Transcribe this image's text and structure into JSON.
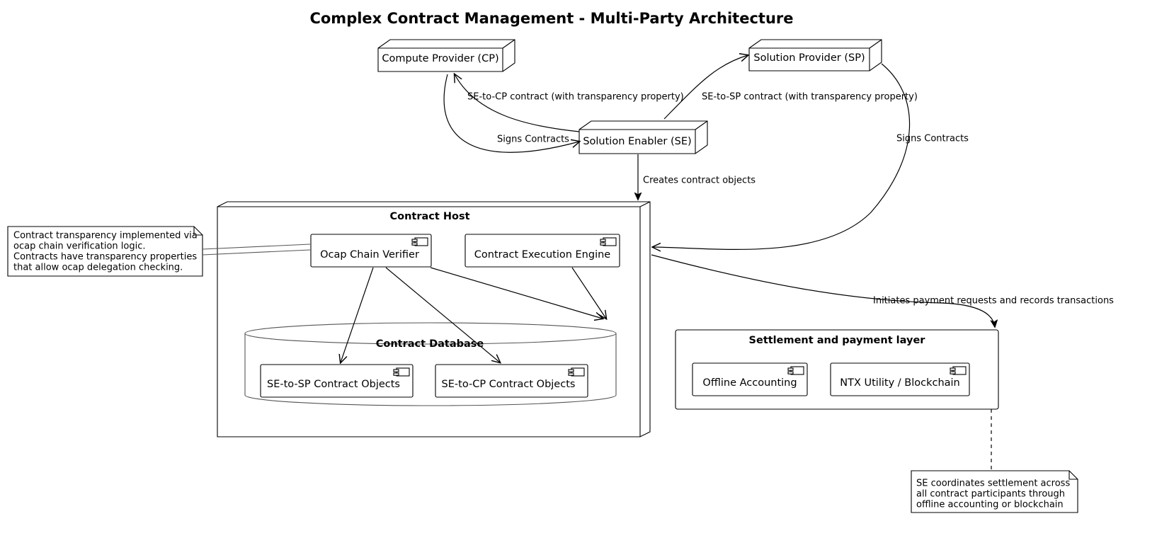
{
  "diagram": {
    "title": "Complex Contract Management - Multi-Party Architecture",
    "type": "uml-deployment-diagram",
    "background": "#ffffff",
    "stroke_color": "#000000",
    "accent_stroke": "#555555"
  },
  "nodes": [
    {
      "id": "cp",
      "label": "Compute Provider (CP)",
      "shape": "3d-node"
    },
    {
      "id": "sp",
      "label": "Solution Provider (SP)",
      "shape": "3d-node"
    },
    {
      "id": "se",
      "label": "Solution Enabler (SE)",
      "shape": "3d-node"
    }
  ],
  "containers": [
    {
      "id": "contract-host",
      "title": "Contract Host",
      "shape": "3d-node-container"
    },
    {
      "id": "contract-database",
      "title": "Contract Database",
      "shape": "cylinder"
    },
    {
      "id": "settlement-layer",
      "title": "Settlement and payment layer",
      "shape": "rounded-rect"
    }
  ],
  "components": [
    {
      "id": "ocap-chain-verifier",
      "label": "Ocap Chain Verifier",
      "icon": "uml-component-icon",
      "parent": "contract-host"
    },
    {
      "id": "contract-execution-engine",
      "label": "Contract Execution Engine",
      "icon": "uml-component-icon",
      "parent": "contract-host"
    },
    {
      "id": "se-to-sp-contract-objects",
      "label": "SE-to-SP Contract Objects",
      "icon": "uml-component-icon",
      "parent": "contract-database"
    },
    {
      "id": "se-to-cp-contract-objects",
      "label": "SE-to-CP Contract Objects",
      "icon": "uml-component-icon",
      "parent": "contract-database"
    },
    {
      "id": "offline-accounting",
      "label": "Offline Accounting",
      "icon": "uml-component-icon",
      "parent": "settlement-layer"
    },
    {
      "id": "ntx-utility-blockchain",
      "label": "NTX Utility / Blockchain",
      "icon": "uml-component-icon",
      "parent": "settlement-layer"
    }
  ],
  "edges": [
    {
      "id": "se-to-cp-contract",
      "label": "SE-to-CP contract (with transparency property)",
      "from": "se",
      "to": "cp"
    },
    {
      "id": "cp-signs-contracts",
      "label": "Signs Contracts",
      "from": "cp",
      "to": "se"
    },
    {
      "id": "se-to-sp-contract",
      "label": "SE-to-SP contract (with transparency property)",
      "from": "se",
      "to": "sp"
    },
    {
      "id": "sp-signs-contracts",
      "label": "Signs Contracts",
      "from": "sp",
      "to": "contract-host"
    },
    {
      "id": "creates-contract-objects",
      "label": "Creates contract objects",
      "from": "se",
      "to": "contract-host"
    },
    {
      "id": "initiates-payment-requests",
      "label": "Initiates payment requests and records transactions",
      "from": "contract-host",
      "to": "settlement-layer"
    }
  ],
  "notes": [
    {
      "id": "transparency-note",
      "lines": [
        "Contract transparency implemented via",
        "ocap chain verification logic.",
        "Contracts have transparency properties",
        "that allow ocap delegation checking."
      ],
      "attached_to": "ocap-chain-verifier"
    },
    {
      "id": "settlement-note",
      "lines": [
        "SE coordinates settlement across",
        "all contract participants through",
        "offline accounting or blockchain"
      ],
      "attached_to": "settlement-layer"
    }
  ]
}
